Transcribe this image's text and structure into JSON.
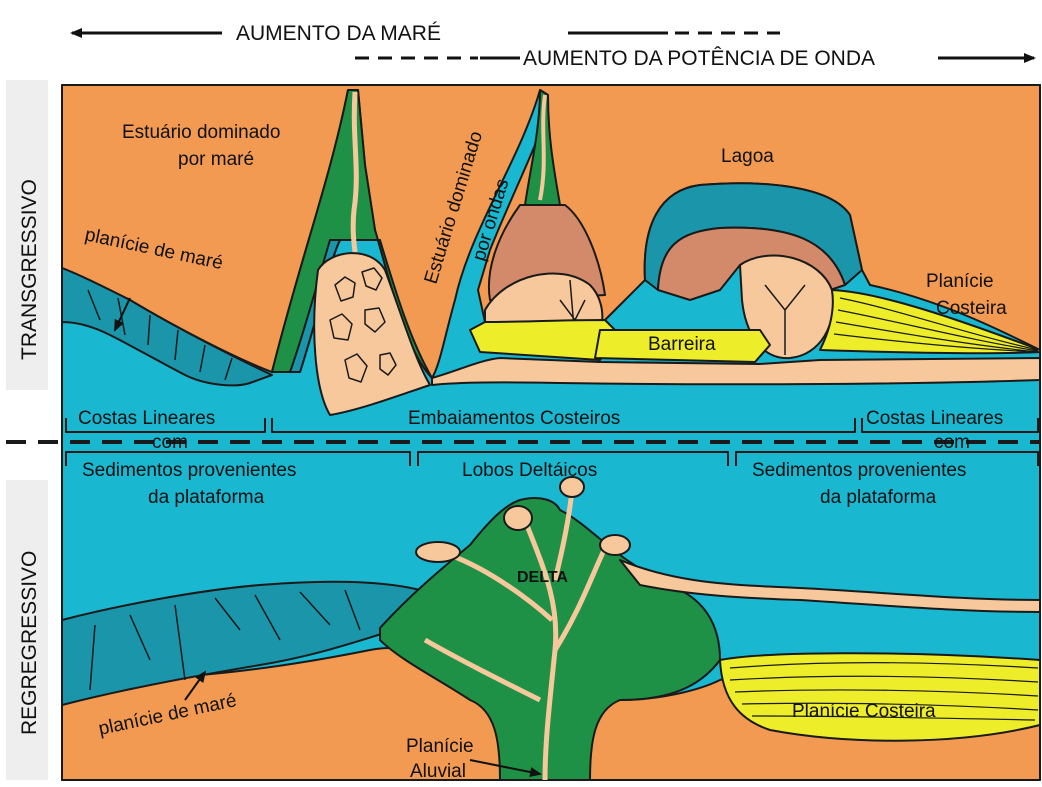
{
  "header": {
    "tide_increase": "AUMENTO DA MARÉ",
    "wave_power_increase": "AUMENTO DA POTÊNCIA DE ONDA"
  },
  "side_labels": {
    "transgressive": "TRANSGRESSIVO",
    "regressive": "REGREGRESSIVO"
  },
  "upper": {
    "tide_estuary_line1": "Estuário dominado",
    "tide_estuary_line2": "por maré",
    "wave_estuary_line1": "Estuário dominado",
    "wave_estuary_line2": "por ondas",
    "lagoon": "Lagoa",
    "tidal_flat": "planície de maré",
    "coastal_plain_line1": "Planície",
    "coastal_plain_line2": "Costeira",
    "barrier": "Barreira"
  },
  "middle": {
    "linear_coasts_left": "Costas Lineares",
    "linear_coasts_right": "Costas Lineares",
    "with_left": "com",
    "with_right": "com",
    "coastal_embayments": "Embaiamentos Costeiros",
    "shelf_sediments_left_line1": "Sedimentos provenientes",
    "shelf_sediments_left_line2": "da plataforma",
    "deltaic_lobes": "Lobos Deltáicos",
    "shelf_sediments_right_line1": "Sedimentos provenientes",
    "shelf_sediments_right_line2": "da plataforma"
  },
  "lower": {
    "delta": "DELTA",
    "tidal_flat": "planície de maré",
    "coastal_plain": "Planície Costeira",
    "alluvial_plain_line1": "Planície",
    "alluvial_plain_line2": "Aluvial"
  },
  "colors": {
    "land": "#f29a52",
    "sea": "#1ab7d0",
    "tidal_flat": "#1a95aa",
    "marsh_green": "#1e9146",
    "sand": "#f7c89b",
    "barrier_yellow": "#eded2a",
    "lagoon_brown": "#d38a6a",
    "outline": "#1a1a1a"
  }
}
